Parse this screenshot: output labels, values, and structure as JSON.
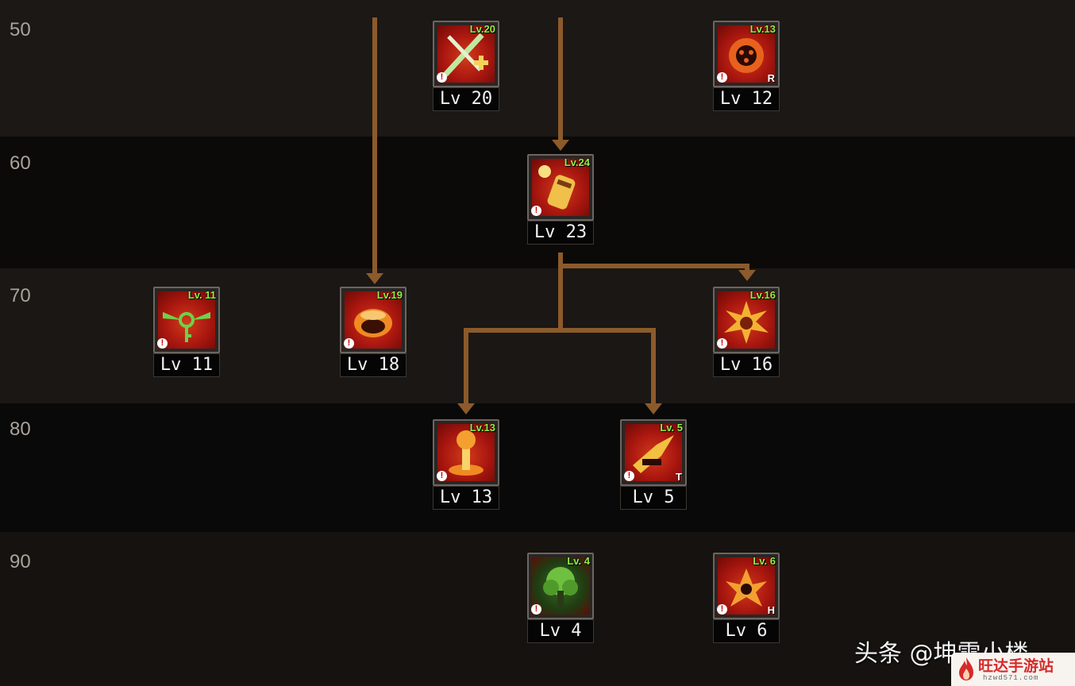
{
  "level_rows": [
    {
      "label": "50"
    },
    {
      "label": "60"
    },
    {
      "label": "70"
    },
    {
      "label": "80"
    },
    {
      "label": "90"
    }
  ],
  "skills": [
    {
      "id": "s1",
      "row": "50",
      "small_lv": "Lv.20",
      "label": "Lv 20",
      "icon": "crossed-blades-icon",
      "tag": ""
    },
    {
      "id": "s2",
      "row": "50",
      "small_lv": "Lv.13",
      "label": "Lv 12",
      "icon": "fire-orb-icon",
      "tag": "R"
    },
    {
      "id": "s3",
      "row": "60",
      "small_lv": "Lv.24",
      "label": "Lv 23",
      "icon": "cannon-icon",
      "tag": ""
    },
    {
      "id": "s4",
      "row": "70",
      "small_lv": "Lv. 11",
      "label": "Lv 11",
      "icon": "winged-key-icon",
      "tag": ""
    },
    {
      "id": "s5",
      "row": "70",
      "small_lv": "Lv.19",
      "label": "Lv 18",
      "icon": "fire-shell-icon",
      "tag": ""
    },
    {
      "id": "s6",
      "row": "70",
      "small_lv": "Lv.16",
      "label": "Lv 16",
      "icon": "explosion-icon",
      "tag": ""
    },
    {
      "id": "s7",
      "row": "80",
      "small_lv": "Lv.13",
      "label": "Lv 13",
      "icon": "fire-pillar-icon",
      "tag": ""
    },
    {
      "id": "s8",
      "row": "80",
      "small_lv": "Lv. 5",
      "label": "Lv 5",
      "icon": "blast-icon",
      "tag": "T"
    },
    {
      "id": "s9",
      "row": "90",
      "small_lv": "Lv. 4",
      "label": "Lv 4",
      "icon": "green-tree-icon",
      "tag": ""
    },
    {
      "id": "s10",
      "row": "90",
      "small_lv": "Lv. 6",
      "label": "Lv 6",
      "icon": "spike-burst-icon",
      "tag": "H"
    }
  ],
  "watermark": {
    "text": "头条 @坤雷小楼",
    "brand_name": "旺达手游站",
    "brand_url": "hzwd571.com"
  },
  "colors": {
    "connector": "#8c5a2b",
    "icon_bg": "#a8160f",
    "small_level_text": "#8ff04a"
  }
}
